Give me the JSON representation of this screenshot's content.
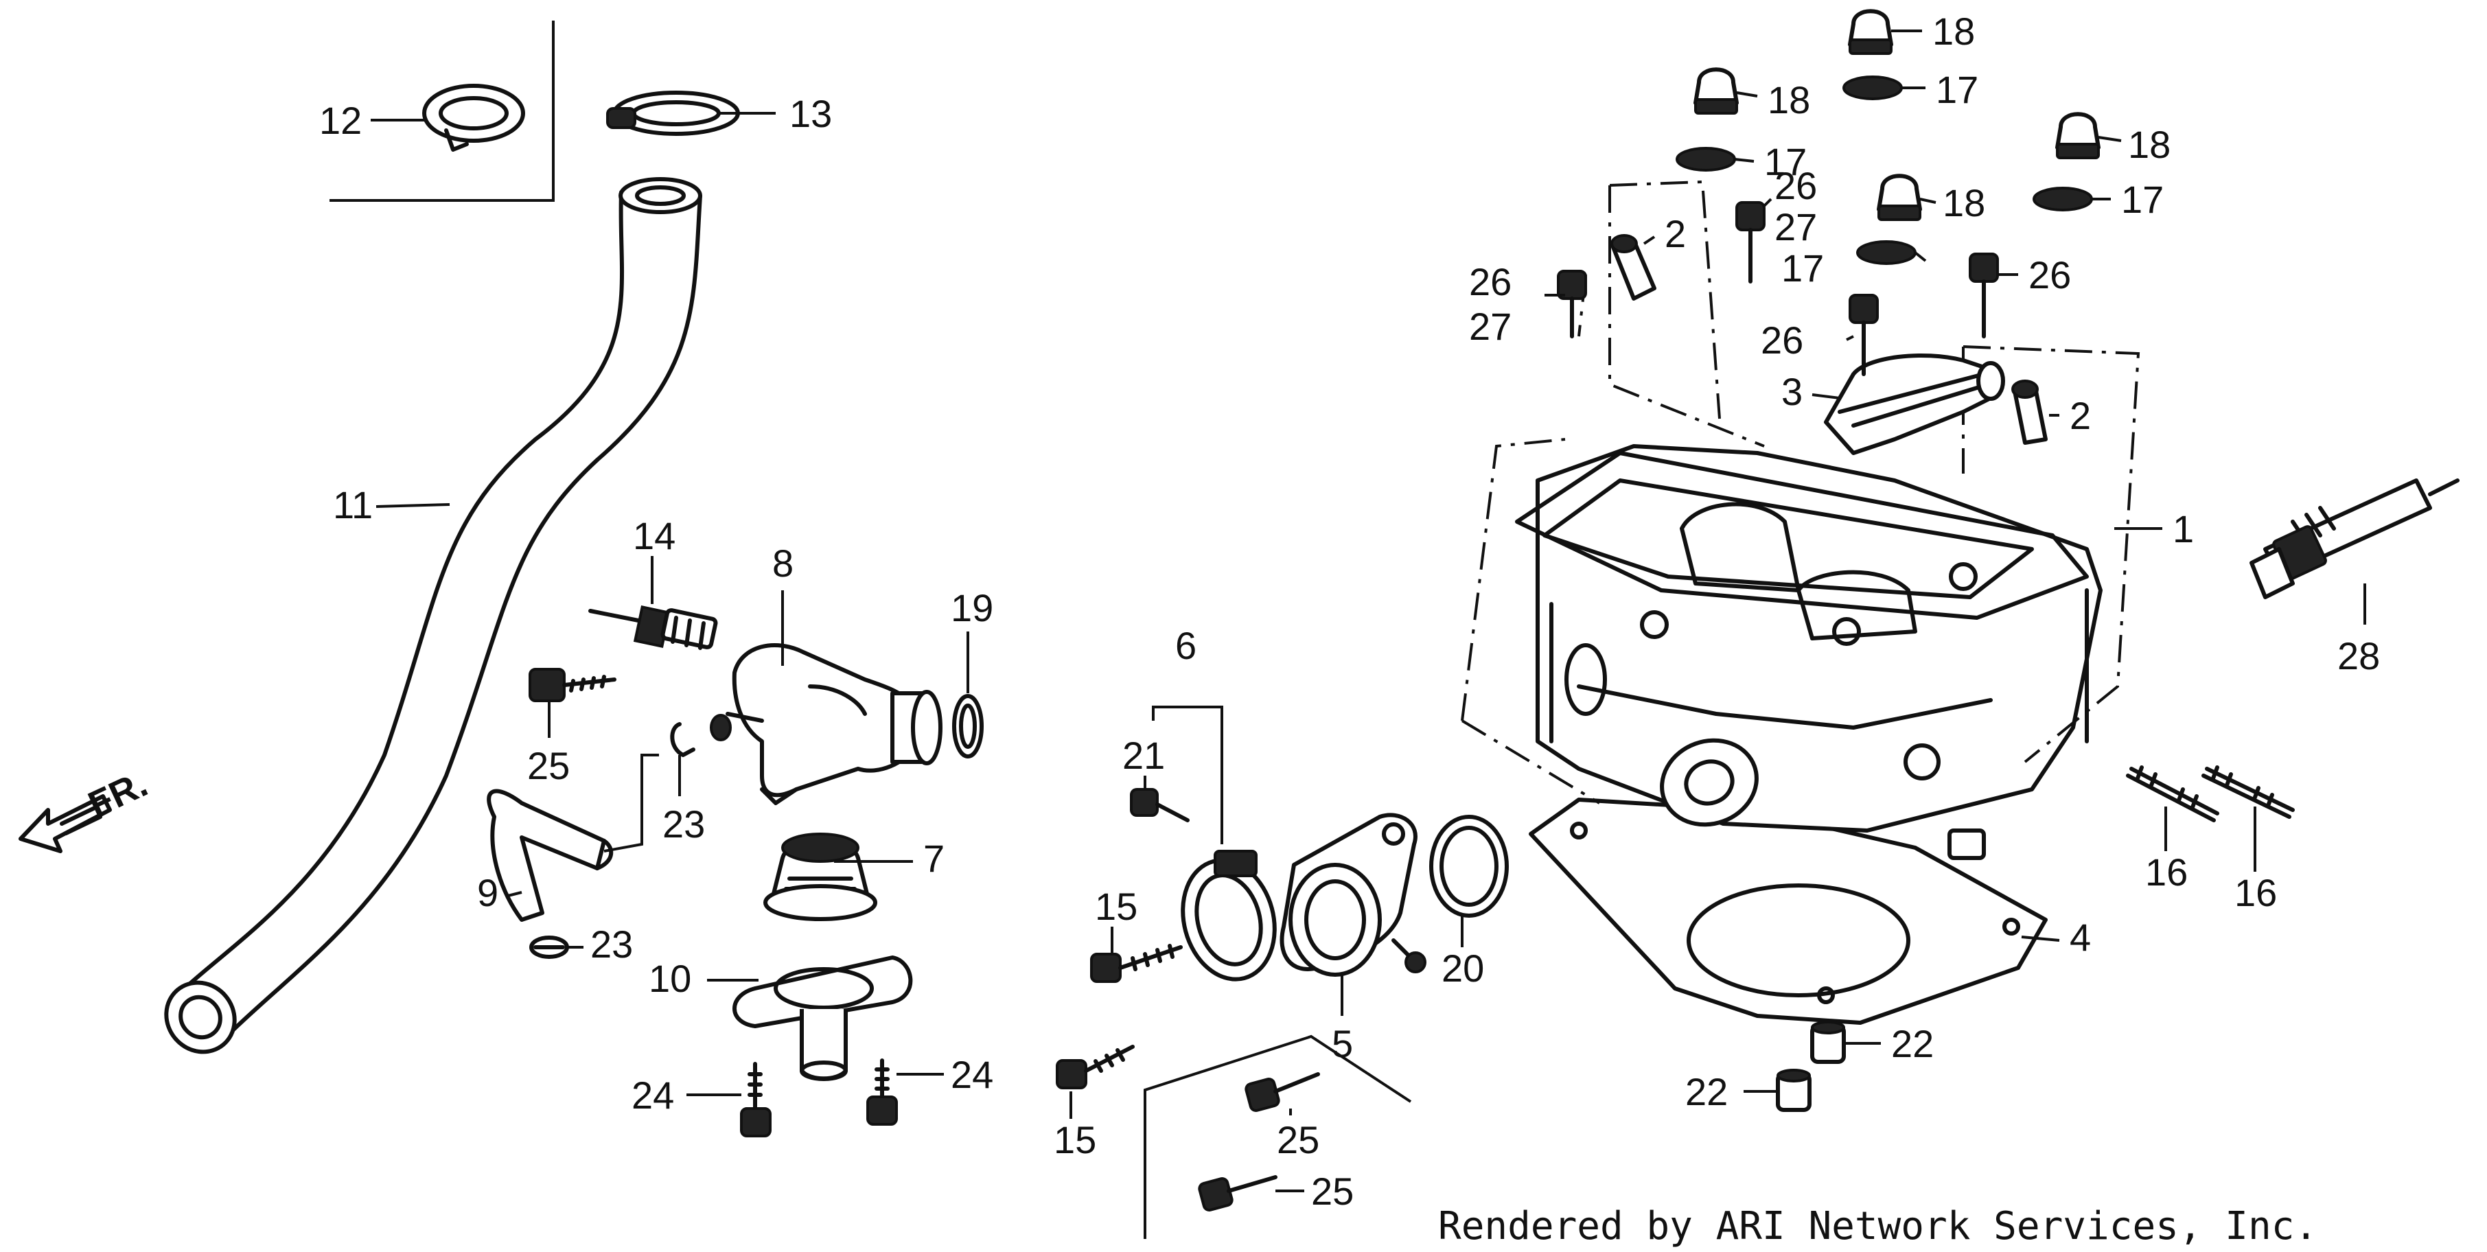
{
  "diagram": {
    "callouts": {
      "c1": "1",
      "c2a": "2",
      "c2b": "2",
      "c3": "3",
      "c4": "4",
      "c5": "5",
      "c6": "6",
      "c7": "7",
      "c8": "8",
      "c9": "9",
      "c10": "10",
      "c11": "11",
      "c12": "12",
      "c13": "13",
      "c14": "14",
      "c15a": "15",
      "c15b": "15",
      "c16a": "16",
      "c16b": "16",
      "c17a": "17",
      "c17b": "17",
      "c17c": "17",
      "c17d": "17",
      "c18a": "18",
      "c18b": "18",
      "c18c": "18",
      "c18d": "18",
      "c19": "19",
      "c20": "20",
      "c21": "21",
      "c22a": "22",
      "c22b": "22",
      "c23a": "23",
      "c23b": "23",
      "c24a": "24",
      "c24b": "24",
      "c25a": "25",
      "c25b": "25",
      "c25c": "25",
      "c26a": "26",
      "c26b": "26",
      "c26c": "26",
      "c26d": "26",
      "c27a": "27",
      "c27b": "27",
      "c28": "28"
    },
    "front_arrow_label": "FR.",
    "credit": "Rendered by ARI Network Services, Inc."
  }
}
